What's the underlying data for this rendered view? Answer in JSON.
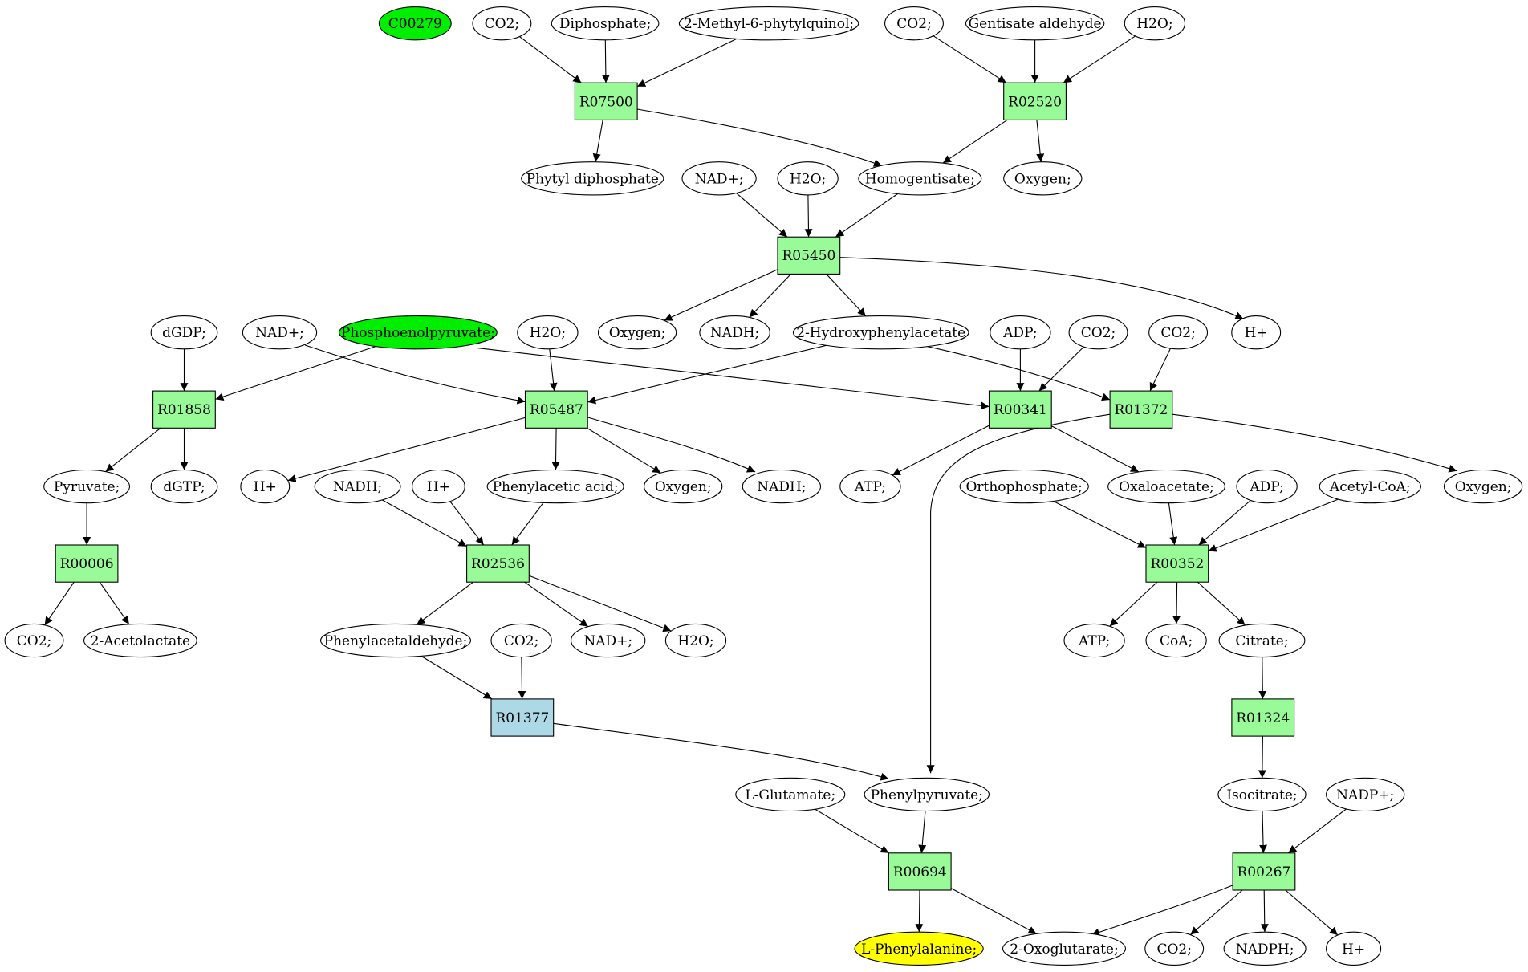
{
  "diagram": {
    "colors": {
      "reaction": "#98fb98",
      "reaction_alt": "#add8e6",
      "metabolite": "#ffffff",
      "source": "#00ee00",
      "target": "#ffff00",
      "edge": "#000000"
    },
    "nodes": [
      {
        "id": "C00279",
        "label": "C00279",
        "kind": "metabolite",
        "fill": "source"
      },
      {
        "id": "co2_a",
        "label": "CO2;",
        "kind": "metabolite"
      },
      {
        "id": "diphosphate",
        "label": "Diphosphate;",
        "kind": "metabolite"
      },
      {
        "id": "methylphytyl",
        "label": "2-Methyl-6-phytylquinol;",
        "kind": "metabolite"
      },
      {
        "id": "co2_b",
        "label": "CO2;",
        "kind": "metabolite"
      },
      {
        "id": "gentisate",
        "label": "Gentisate aldehyde",
        "kind": "metabolite"
      },
      {
        "id": "h2o_a",
        "label": "H2O;",
        "kind": "metabolite"
      },
      {
        "id": "R07500",
        "label": "R07500",
        "kind": "reaction"
      },
      {
        "id": "R02520",
        "label": "R02520",
        "kind": "reaction"
      },
      {
        "id": "phytyl",
        "label": "Phytyl diphosphate",
        "kind": "metabolite"
      },
      {
        "id": "nadp_a",
        "label": "NAD+;",
        "kind": "metabolite"
      },
      {
        "id": "h2o_b",
        "label": "H2O;",
        "kind": "metabolite"
      },
      {
        "id": "homogentisate",
        "label": "Homogentisate;",
        "kind": "metabolite"
      },
      {
        "id": "oxygen_a",
        "label": "Oxygen;",
        "kind": "metabolite"
      },
      {
        "id": "R05450",
        "label": "R05450",
        "kind": "reaction"
      },
      {
        "id": "dgdp",
        "label": "dGDP;",
        "kind": "metabolite"
      },
      {
        "id": "nadp_b",
        "label": "NAD+;",
        "kind": "metabolite"
      },
      {
        "id": "pep",
        "label": "Phosphoenolpyruvate;",
        "kind": "metabolite",
        "fill": "source"
      },
      {
        "id": "h2o_c",
        "label": "H2O;",
        "kind": "metabolite"
      },
      {
        "id": "oxygen_b",
        "label": "Oxygen;",
        "kind": "metabolite"
      },
      {
        "id": "nadh_a",
        "label": "NADH;",
        "kind": "metabolite"
      },
      {
        "id": "hpa",
        "label": "2-Hydroxyphenylacetate",
        "kind": "metabolite"
      },
      {
        "id": "adp_a",
        "label": "ADP;",
        "kind": "metabolite"
      },
      {
        "id": "co2_c",
        "label": "CO2;",
        "kind": "metabolite"
      },
      {
        "id": "co2_d",
        "label": "CO2;",
        "kind": "metabolite"
      },
      {
        "id": "hplus_a",
        "label": "H+",
        "kind": "metabolite"
      },
      {
        "id": "R01858",
        "label": "R01858",
        "kind": "reaction"
      },
      {
        "id": "R05487",
        "label": "R05487",
        "kind": "reaction"
      },
      {
        "id": "R00341",
        "label": "R00341",
        "kind": "reaction"
      },
      {
        "id": "R01372",
        "label": "R01372",
        "kind": "reaction"
      },
      {
        "id": "pyruvate",
        "label": "Pyruvate;",
        "kind": "metabolite"
      },
      {
        "id": "dgtp",
        "label": "dGTP;",
        "kind": "metabolite"
      },
      {
        "id": "hplus_b",
        "label": "H+",
        "kind": "metabolite"
      },
      {
        "id": "nadh_b",
        "label": "NADH;",
        "kind": "metabolite"
      },
      {
        "id": "hplus_c",
        "label": "H+",
        "kind": "metabolite"
      },
      {
        "id": "phenylacetic",
        "label": "Phenylacetic acid;",
        "kind": "metabolite"
      },
      {
        "id": "oxygen_c",
        "label": "Oxygen;",
        "kind": "metabolite"
      },
      {
        "id": "nadh_c",
        "label": "NADH;",
        "kind": "metabolite"
      },
      {
        "id": "atp_a",
        "label": "ATP;",
        "kind": "metabolite"
      },
      {
        "id": "orthophosphate",
        "label": "Orthophosphate;",
        "kind": "metabolite"
      },
      {
        "id": "oxaloacetate",
        "label": "Oxaloacetate;",
        "kind": "metabolite"
      },
      {
        "id": "adp_b",
        "label": "ADP;",
        "kind": "metabolite"
      },
      {
        "id": "acetylcoa",
        "label": "Acetyl-CoA;",
        "kind": "metabolite"
      },
      {
        "id": "oxygen_d",
        "label": "Oxygen;",
        "kind": "metabolite"
      },
      {
        "id": "R00006",
        "label": "R00006",
        "kind": "reaction"
      },
      {
        "id": "R02536",
        "label": "R02536",
        "kind": "reaction"
      },
      {
        "id": "R00352",
        "label": "R00352",
        "kind": "reaction"
      },
      {
        "id": "co2_e",
        "label": "CO2;",
        "kind": "metabolite"
      },
      {
        "id": "acetolactate",
        "label": "2-Acetolactate",
        "kind": "metabolite"
      },
      {
        "id": "phenylacetaldehyde",
        "label": "Phenylacetaldehyde;",
        "kind": "metabolite"
      },
      {
        "id": "co2_f",
        "label": "CO2;",
        "kind": "metabolite"
      },
      {
        "id": "nadp_c",
        "label": "NAD+;",
        "kind": "metabolite"
      },
      {
        "id": "h2o_d",
        "label": "H2O;",
        "kind": "metabolite"
      },
      {
        "id": "atp_b",
        "label": "ATP;",
        "kind": "metabolite"
      },
      {
        "id": "coa",
        "label": "CoA;",
        "kind": "metabolite"
      },
      {
        "id": "citrate",
        "label": "Citrate;",
        "kind": "metabolite"
      },
      {
        "id": "R01377",
        "label": "R01377",
        "kind": "reaction",
        "fill": "reaction_alt"
      },
      {
        "id": "R01324",
        "label": "R01324",
        "kind": "reaction"
      },
      {
        "id": "glutamate",
        "label": "L-Glutamate;",
        "kind": "metabolite"
      },
      {
        "id": "phenylpyruvate",
        "label": "Phenylpyruvate;",
        "kind": "metabolite"
      },
      {
        "id": "isocitrate",
        "label": "Isocitrate;",
        "kind": "metabolite"
      },
      {
        "id": "nadpplus",
        "label": "NADP+;",
        "kind": "metabolite"
      },
      {
        "id": "R00694",
        "label": "R00694",
        "kind": "reaction"
      },
      {
        "id": "R00267",
        "label": "R00267",
        "kind": "reaction"
      },
      {
        "id": "phenylalanine",
        "label": "L-Phenylalanine;",
        "kind": "metabolite",
        "fill": "target"
      },
      {
        "id": "oxoglutarate",
        "label": "2-Oxoglutarate;",
        "kind": "metabolite"
      },
      {
        "id": "co2_g",
        "label": "CO2;",
        "kind": "metabolite"
      },
      {
        "id": "nadph",
        "label": "NADPH;",
        "kind": "metabolite"
      },
      {
        "id": "hplus_d",
        "label": "H+",
        "kind": "metabolite"
      }
    ],
    "edges": [
      [
        "co2_a",
        "R07500"
      ],
      [
        "diphosphate",
        "R07500"
      ],
      [
        "methylphytyl",
        "R07500"
      ],
      [
        "R07500",
        "phytyl"
      ],
      [
        "R07500",
        "homogentisate"
      ],
      [
        "co2_b",
        "R02520"
      ],
      [
        "gentisate",
        "R02520"
      ],
      [
        "h2o_a",
        "R02520"
      ],
      [
        "R02520",
        "homogentisate"
      ],
      [
        "R02520",
        "oxygen_a"
      ],
      [
        "nadp_a",
        "R05450"
      ],
      [
        "h2o_b",
        "R05450"
      ],
      [
        "homogentisate",
        "R05450"
      ],
      [
        "R05450",
        "oxygen_b"
      ],
      [
        "R05450",
        "nadh_a"
      ],
      [
        "R05450",
        "hpa"
      ],
      [
        "R05450",
        "hplus_a"
      ],
      [
        "dgdp",
        "R01858"
      ],
      [
        "pep",
        "R01858"
      ],
      [
        "R01858",
        "pyruvate"
      ],
      [
        "R01858",
        "dgtp"
      ],
      [
        "nadp_b",
        "R05487"
      ],
      [
        "h2o_c",
        "R05487"
      ],
      [
        "hpa",
        "R05487"
      ],
      [
        "R05487",
        "hplus_b"
      ],
      [
        "R05487",
        "phenylacetic"
      ],
      [
        "R05487",
        "oxygen_c"
      ],
      [
        "R05487",
        "nadh_c"
      ],
      [
        "pep",
        "R00341"
      ],
      [
        "adp_a",
        "R00341"
      ],
      [
        "co2_c",
        "R00341"
      ],
      [
        "R00341",
        "atp_a"
      ],
      [
        "R00341",
        "oxaloacetate"
      ],
      [
        "hpa",
        "R01372"
      ],
      [
        "co2_d",
        "R01372"
      ],
      [
        "R01372",
        "phenylpyruvate"
      ],
      [
        "R01372",
        "oxygen_d"
      ],
      [
        "pyruvate",
        "R00006"
      ],
      [
        "R00006",
        "co2_e"
      ],
      [
        "R00006",
        "acetolactate"
      ],
      [
        "nadh_b",
        "R02536"
      ],
      [
        "hplus_c",
        "R02536"
      ],
      [
        "phenylacetic",
        "R02536"
      ],
      [
        "R02536",
        "phenylacetaldehyde"
      ],
      [
        "R02536",
        "nadp_c"
      ],
      [
        "R02536",
        "h2o_d"
      ],
      [
        "orthophosphate",
        "R00352"
      ],
      [
        "oxaloacetate",
        "R00352"
      ],
      [
        "adp_b",
        "R00352"
      ],
      [
        "acetylcoa",
        "R00352"
      ],
      [
        "R00352",
        "atp_b"
      ],
      [
        "R00352",
        "coa"
      ],
      [
        "R00352",
        "citrate"
      ],
      [
        "phenylacetaldehyde",
        "R01377"
      ],
      [
        "co2_f",
        "R01377"
      ],
      [
        "R01377",
        "phenylpyruvate"
      ],
      [
        "citrate",
        "R01324"
      ],
      [
        "R01324",
        "isocitrate"
      ],
      [
        "glutamate",
        "R00694"
      ],
      [
        "phenylpyruvate",
        "R00694"
      ],
      [
        "R00694",
        "phenylalanine"
      ],
      [
        "R00694",
        "oxoglutarate"
      ],
      [
        "isocitrate",
        "R00267"
      ],
      [
        "nadpplus",
        "R00267"
      ],
      [
        "R00267",
        "oxoglutarate"
      ],
      [
        "R00267",
        "co2_g"
      ],
      [
        "R00267",
        "nadph"
      ],
      [
        "R00267",
        "hplus_d"
      ]
    ]
  }
}
